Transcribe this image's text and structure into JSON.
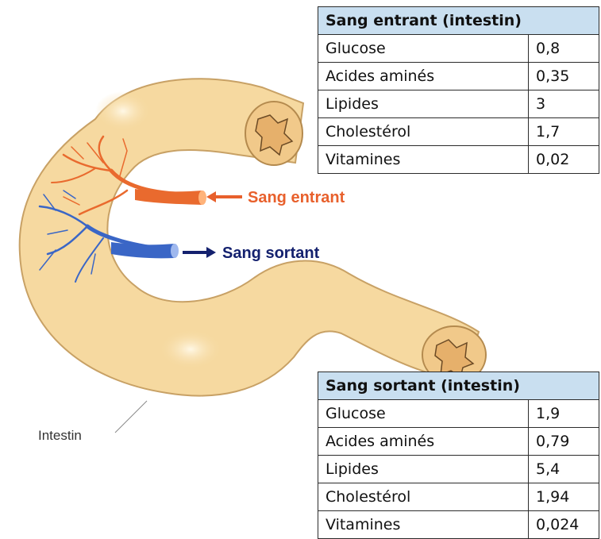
{
  "table_in": {
    "title": "Sang entrant (intestin)",
    "rows": [
      {
        "name": "Glucose",
        "value": "0,8"
      },
      {
        "name": "Acides aminés",
        "value": "0,35"
      },
      {
        "name": "Lipides",
        "value": "3"
      },
      {
        "name": "Cholestérol",
        "value": "1,7"
      },
      {
        "name": "Vitamines",
        "value": "0,02"
      }
    ]
  },
  "table_out": {
    "title": "Sang sortant (intestin)",
    "rows": [
      {
        "name": "Glucose",
        "value": "1,9"
      },
      {
        "name": "Acides aminés",
        "value": "0,79"
      },
      {
        "name": "Lipides",
        "value": "5,4"
      },
      {
        "name": "Cholestérol",
        "value": "1,94"
      },
      {
        "name": "Vitamines",
        "value": "0,024"
      }
    ]
  },
  "labels": {
    "blood_in": "Sang entrant",
    "blood_out": "Sang sortant",
    "intestine": "Intestin"
  },
  "colors": {
    "intestine": "#f6d9a0",
    "blood_in": "#e8602c",
    "blood_out": "#14216e",
    "vessel_red": "#e96a2e",
    "vessel_blue": "#3a66c6",
    "table_header": "#c9dff0"
  }
}
